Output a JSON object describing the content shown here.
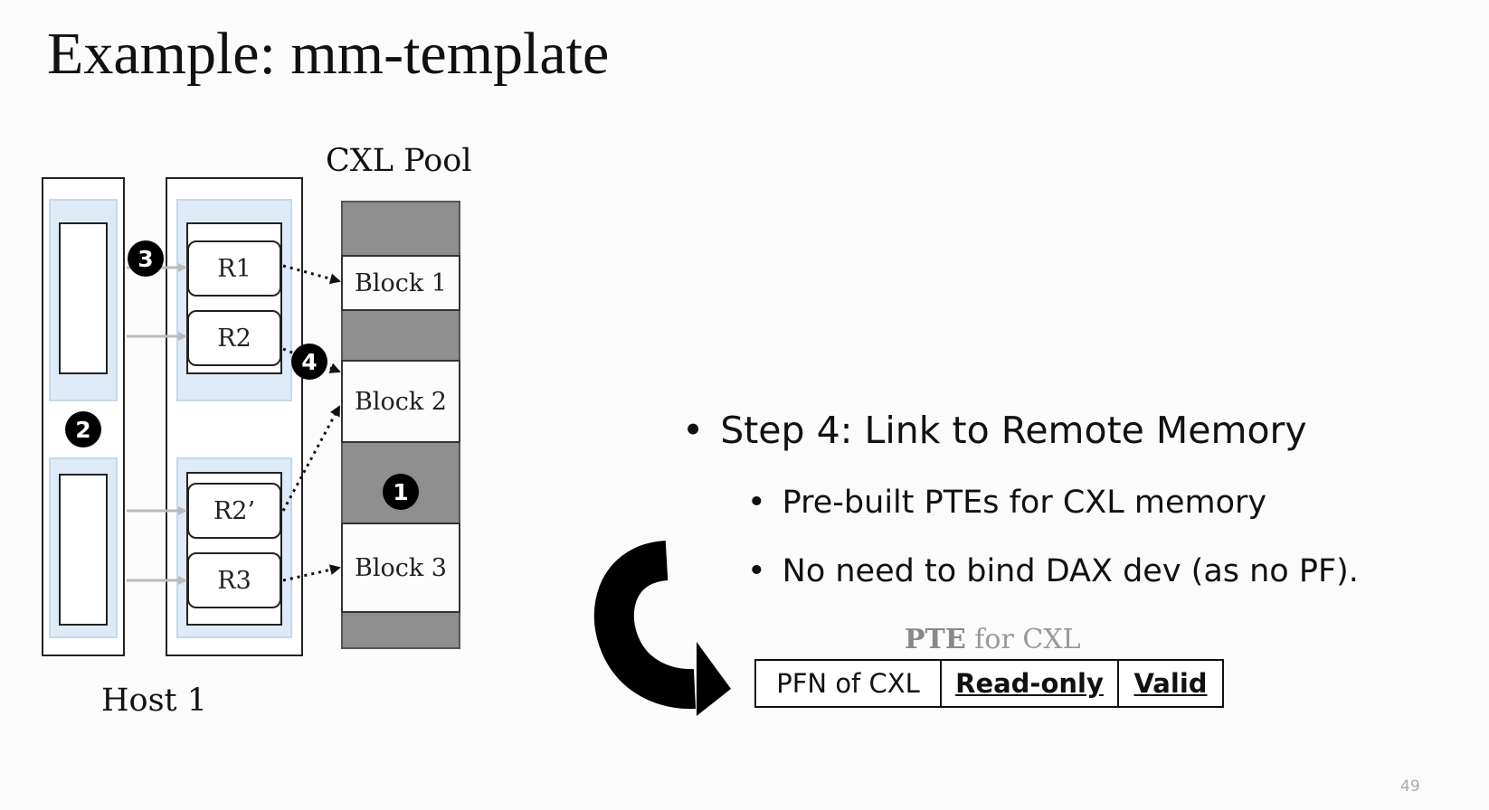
{
  "title": "Example: mm-template",
  "labels": {
    "pool": "CXL Pool",
    "host": "Host 1"
  },
  "regions": {
    "r1": "R1",
    "r2": "R2",
    "r2p": "R2’",
    "r3": "R3"
  },
  "blocks": {
    "b1": "Block 1",
    "b2": "Block 2",
    "b3": "Block 3"
  },
  "steps": {
    "s1": "1",
    "s2": "2",
    "s3": "3",
    "s4": "4"
  },
  "bullets": {
    "main": "Step 4: Link to Remote Memory",
    "sub1": "Pre-built PTEs for CXL memory",
    "sub2": "No need to bind DAX dev (as no PF)."
  },
  "pte": {
    "title_bold": "PTE",
    "title_rest": " for CXL",
    "cells": [
      "PFN of CXL",
      "Read-only",
      "Valid"
    ]
  },
  "page_number": "49"
}
